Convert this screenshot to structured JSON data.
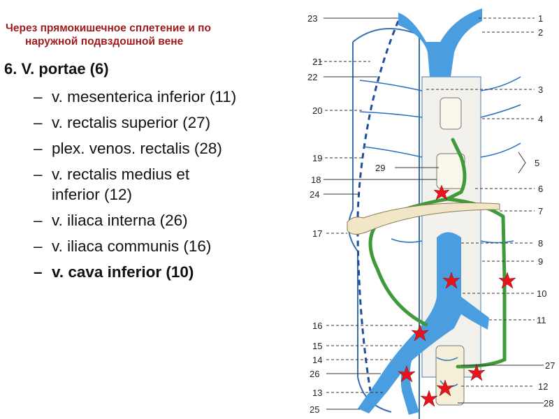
{
  "slide": {
    "subtitle_line1": "Через прямокишечное сплетение и по",
    "subtitle_line2": "наружной подвздошной вене",
    "heading": "6. V. portae (6)",
    "items": [
      {
        "dash": "–",
        "text": "v. mesenterica inferior (11)"
      },
      {
        "dash": "–",
        "text": "v. rectalis superior (27)"
      },
      {
        "dash": "–",
        "text": "plex. venos. rectalis (28)"
      },
      {
        "dash": "–",
        "text": "v. rectalis medius et",
        "text2": "inferior (12)"
      },
      {
        "dash": "–",
        "text": "v. iliaca interna (26)"
      },
      {
        "dash": "–",
        "text": "v. iliaca communis (16)"
      },
      {
        "dash": "–",
        "text": "v. cava inferior (10)"
      }
    ]
  },
  "figure": {
    "labels_left": [
      "23",
      "21",
      "22",
      "20",
      "19",
      "18",
      "24",
      "17",
      "16",
      "15",
      "14",
      "26",
      "13",
      "25"
    ],
    "labels_right": [
      "1",
      "2",
      "3",
      "4",
      "5",
      "6",
      "7",
      "8",
      "9",
      "10",
      "11",
      "27",
      "12",
      "28"
    ],
    "label_29": "29",
    "colors": {
      "vein": "#4a9ee0",
      "green_path": "#3e9a3a",
      "marker": "#e8141c"
    }
  }
}
